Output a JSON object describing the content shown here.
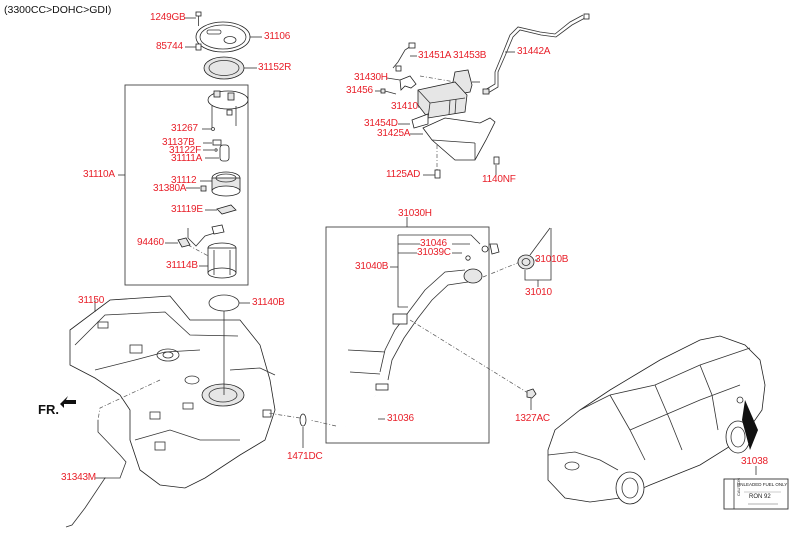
{
  "header": {
    "variant": "(3300CC>DOHC>GDI)"
  },
  "orientation": {
    "label": "FR."
  },
  "colors": {
    "callout": "#e8202a",
    "linework": "#222222",
    "background": "#ffffff"
  },
  "callouts": {
    "p1249GB": "1249GB",
    "p31106": "31106",
    "p85744": "85744",
    "p31152R": "31152R",
    "p31110A": "31110A",
    "p31267": "31267",
    "p31137B": "31137B",
    "p31122F": "31122F",
    "p31111A": "31111A",
    "p31112": "31112",
    "p31380A": "31380A",
    "p31119E": "31119E",
    "p94460": "94460",
    "p31114B": "31114B",
    "p31150": "31150",
    "p31140B": "31140B",
    "p31343M": "31343M",
    "p31451A": "31451A",
    "p31453B": "31453B",
    "p31442A": "31442A",
    "p31430H": "31430H",
    "p31456": "31456",
    "p31410": "31410",
    "p31454D": "31454D",
    "p31425A": "31425A",
    "p1125AD": "1125AD",
    "p1140NF": "1140NF",
    "p31030H": "31030H",
    "p31046": "31046",
    "p31039C": "31039C",
    "p31040B": "31040B",
    "p31010B": "31010B",
    "p31010": "31010",
    "p31036": "31036",
    "p1327AC": "1327AC",
    "p1471DC": "1471DC",
    "p31038": "31038"
  },
  "fuel_label": {
    "title": "UNLEADED FUEL ONLY",
    "rating": "RON 92",
    "side": "CAUTION"
  }
}
